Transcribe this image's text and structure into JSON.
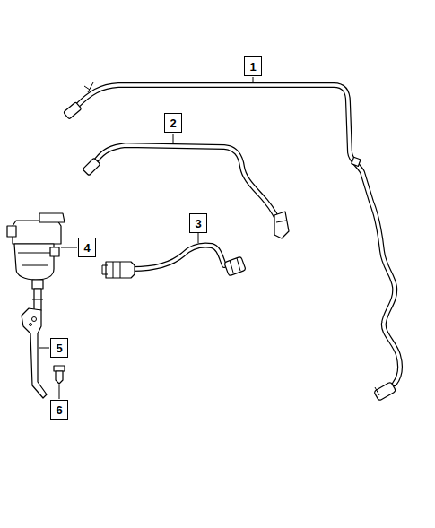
{
  "diagram": {
    "labels": [
      "1",
      "2",
      "3",
      "4",
      "5",
      "6"
    ]
  }
}
